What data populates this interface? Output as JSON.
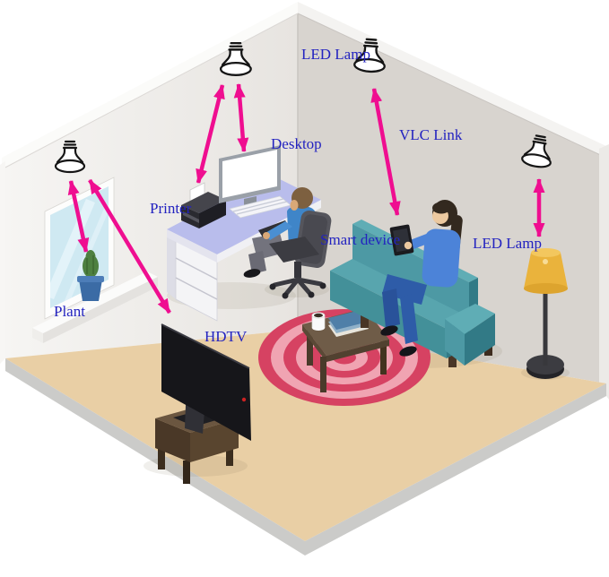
{
  "figure": {
    "description": "Isometric living room scene illustrating an indoor Visible Light Communication (VLC) system with LED lamps linking to devices",
    "labels": {
      "led_lamp_top": "LED Lamp",
      "vlc_link": "VLC Link",
      "desktop": "Desktop",
      "printer": "Printer",
      "smart_device": "Smart device",
      "led_lamp_right": "LED Lamp",
      "plant": "Plant",
      "hdtv": "HDTV"
    },
    "icons": [
      "led-bulb-icon",
      "vlc-arrow-icon"
    ],
    "vlc_links": [
      {
        "from": "LED lamp (left wall)",
        "to": "Plant",
        "bidirectional": true
      },
      {
        "from": "LED lamp (left wall)",
        "to": "HDTV",
        "bidirectional": true
      },
      {
        "from": "LED lamp (ceiling left)",
        "to": "Printer",
        "bidirectional": true
      },
      {
        "from": "LED lamp (ceiling left)",
        "to": "Desktop",
        "bidirectional": true
      },
      {
        "from": "LED lamp (ceiling top)",
        "to": "Smart device",
        "bidirectional": true
      },
      {
        "from": "LED lamp (right wall)",
        "to": "Floor lamp",
        "bidirectional": true
      }
    ],
    "colors": {
      "arrow": "#ef0e90",
      "label_text": "#2323c0",
      "floor": "#e9cfa5",
      "wall_left": "#efedea",
      "wall_right": "#d8d4cf",
      "couch": "#4d99a4",
      "rug_dark": "#d64262",
      "rug_light": "#f0a4b2",
      "floor_lamp_shade": "#eab33c",
      "desk_top": "#b9bdec"
    }
  }
}
